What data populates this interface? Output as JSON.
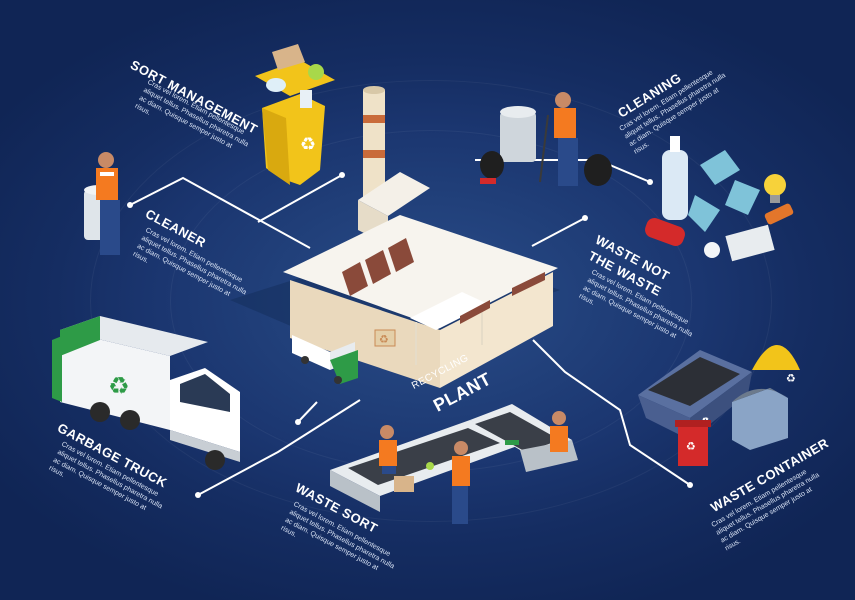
{
  "center": {
    "line1": "Recycling",
    "line2": "Plant"
  },
  "nodes": {
    "sort_management": {
      "title": "Sort Management",
      "text": "Cras vel lorem. Etiam pellentesque aliquet tellus. Phasellus pharetra nulla ac diam. Quisque semper justo at risus."
    },
    "cleaning": {
      "title": "Cleaning",
      "text": "Cras vel lorem. Etiam pellentesque aliquet tellus. Phasellus pharetra nulla ac diam. Quisque semper justo at risus."
    },
    "cleaner": {
      "title": "Cleaner",
      "text": "Cras vel lorem. Etiam pellentesque aliquet tellus. Phasellus pharetra nulla ac diam. Quisque semper justo at risus."
    },
    "waste_not": {
      "title_line1": "Waste not",
      "title_line2": "the waste",
      "text": "Cras vel lorem. Etiam pellentesque aliquet tellus. Phasellus pharetra nulla ac diam. Quisque semper justo at risus."
    },
    "garbage_truck": {
      "title": "Garbage Truck",
      "text": "Cras vel lorem. Etiam pellentesque aliquet tellus. Phasellus pharetra nulla ac diam. Quisque semper justo at risus."
    },
    "waste_sort": {
      "title": "Waste Sort",
      "text": "Cras vel lorem. Etiam pellentesque aliquet tellus. Phasellus pharetra nulla ac diam. Quisque semper justo at risus."
    },
    "waste_container": {
      "title": "Waste Container",
      "text": "Cras vel lorem. Etiam pellentesque aliquet tellus. Phasellus pharetra nulla ac diam. Quisque semper justo at risus."
    }
  },
  "colors": {
    "background": "#1b3670",
    "connector": "#ffffff",
    "recycle_green": "#2e9b47",
    "bin_yellow": "#f2c41a",
    "vest_orange": "#f47a20",
    "bin_red": "#d42a2a"
  },
  "icons": [
    "recycling-plant-icon",
    "yellow-recycle-bin-icon",
    "worker-icon",
    "garbage-truck-icon",
    "conveyor-belt-icon",
    "waste-container-icon",
    "plastic-bottle-icon",
    "recycle-arrows-icon",
    "light-bulb-icon",
    "battery-icon"
  ]
}
